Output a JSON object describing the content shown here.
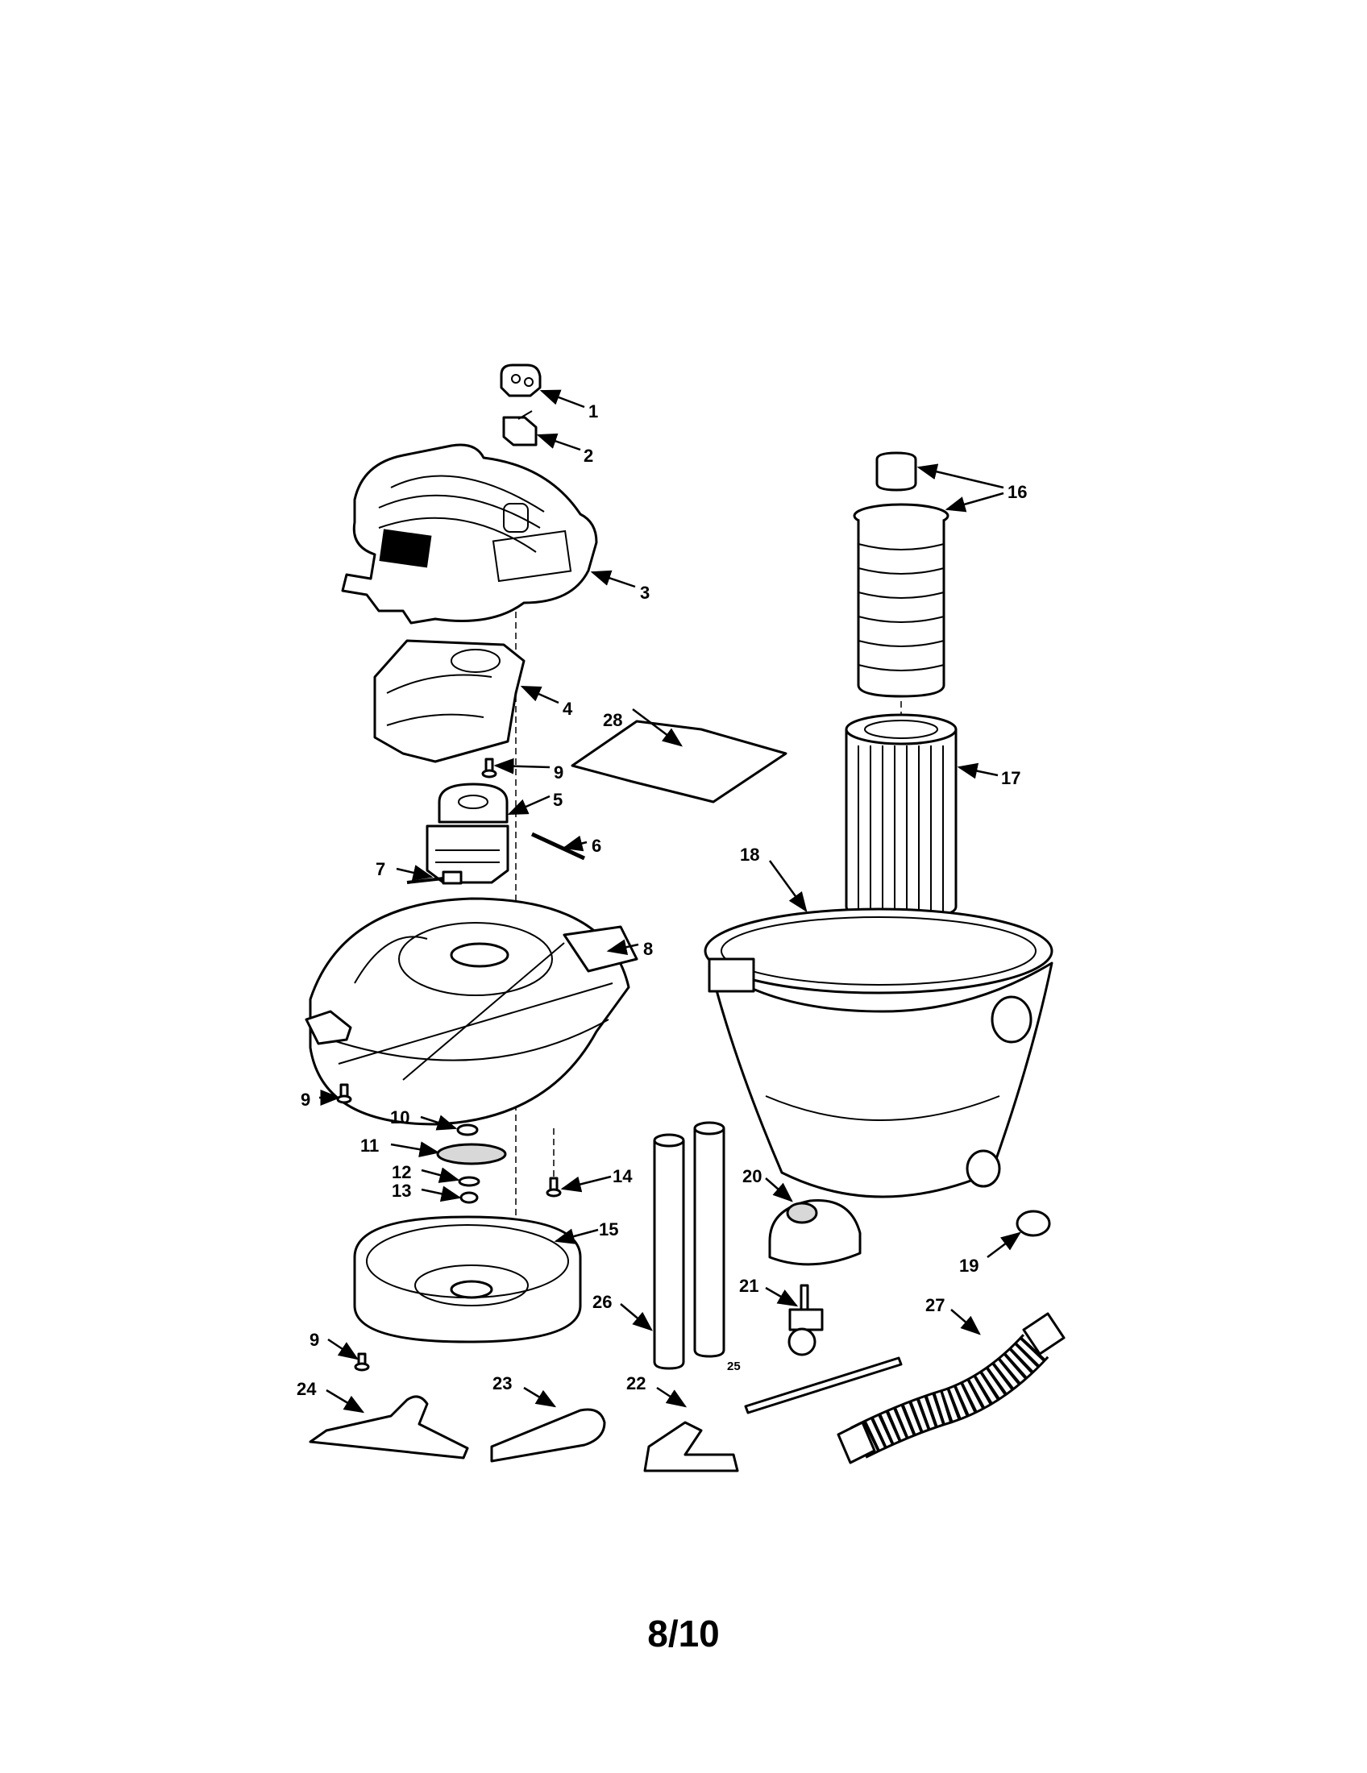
{
  "diagram": {
    "type": "exploded parts diagram",
    "callouts": [
      {
        "id": "c1",
        "text": "1"
      },
      {
        "id": "c2",
        "text": "2"
      },
      {
        "id": "c3",
        "text": "3"
      },
      {
        "id": "c4",
        "text": "4"
      },
      {
        "id": "c5",
        "text": "5"
      },
      {
        "id": "c6",
        "text": "6"
      },
      {
        "id": "c7",
        "text": "7"
      },
      {
        "id": "c8",
        "text": "8"
      },
      {
        "id": "c9a",
        "text": "9"
      },
      {
        "id": "c9b",
        "text": "9"
      },
      {
        "id": "c9c",
        "text": "9"
      },
      {
        "id": "c10",
        "text": "10"
      },
      {
        "id": "c11",
        "text": "11"
      },
      {
        "id": "c12",
        "text": "12"
      },
      {
        "id": "c13",
        "text": "13"
      },
      {
        "id": "c14",
        "text": "14"
      },
      {
        "id": "c15",
        "text": "15"
      },
      {
        "id": "c16",
        "text": "16"
      },
      {
        "id": "c17",
        "text": "17"
      },
      {
        "id": "c18",
        "text": "18"
      },
      {
        "id": "c19",
        "text": "19"
      },
      {
        "id": "c20",
        "text": "20"
      },
      {
        "id": "c21",
        "text": "21"
      },
      {
        "id": "c22",
        "text": "22"
      },
      {
        "id": "c23",
        "text": "23"
      },
      {
        "id": "c24",
        "text": "24"
      },
      {
        "id": "c25",
        "text": "25"
      },
      {
        "id": "c26",
        "text": "26"
      },
      {
        "id": "c27",
        "text": "27"
      },
      {
        "id": "c28",
        "text": "28"
      }
    ]
  },
  "footer": {
    "page": "8/10"
  }
}
